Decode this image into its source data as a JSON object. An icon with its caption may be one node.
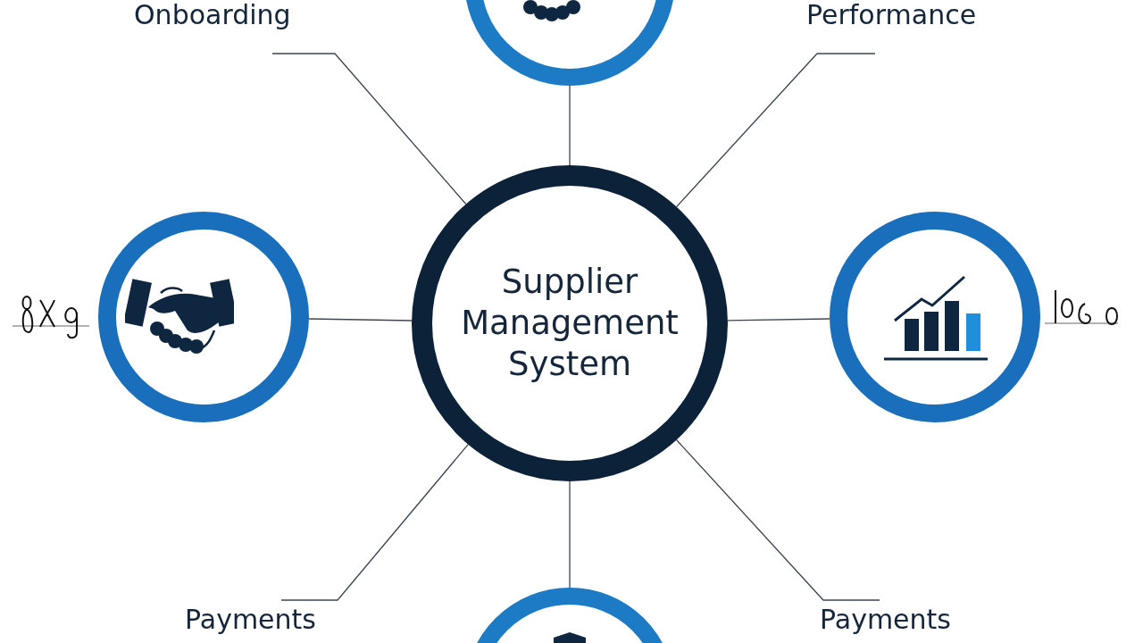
{
  "diagram": {
    "nodes": [
      {
        "text": [
          "Onboarding"
        ]
      },
      {
        "text": [],
        "shape": "circle"
      },
      {
        "text": [
          "Performance"
        ]
      },
      {
        "text": [],
        "shape": "circle"
      },
      {
        "text": [
          "Supplier Management System"
        ]
      },
      {
        "text": [],
        "shape": "circle"
      },
      {
        "text": [
          "Payments"
        ]
      },
      {
        "text": [],
        "shape": "circle"
      },
      {
        "text": [
          "Payments"
        ]
      }
    ],
    "edges": [
      {
        "from": 0,
        "to": 4,
        "arrow": "none"
      },
      {
        "from": 4,
        "to": 1,
        "arrow": "none"
      },
      {
        "from": 2,
        "to": 4,
        "arrow": "none"
      },
      {
        "from": 4,
        "to": 3,
        "arrow": "none"
      },
      {
        "from": 4,
        "to": 5,
        "arrow": "none"
      },
      {
        "from": 6,
        "to": 4,
        "arrow": "none"
      },
      {
        "from": 4,
        "to": 7,
        "arrow": "none"
      },
      {
        "from": 8,
        "to": 4,
        "arrow": "none"
      }
    ]
  }
}
